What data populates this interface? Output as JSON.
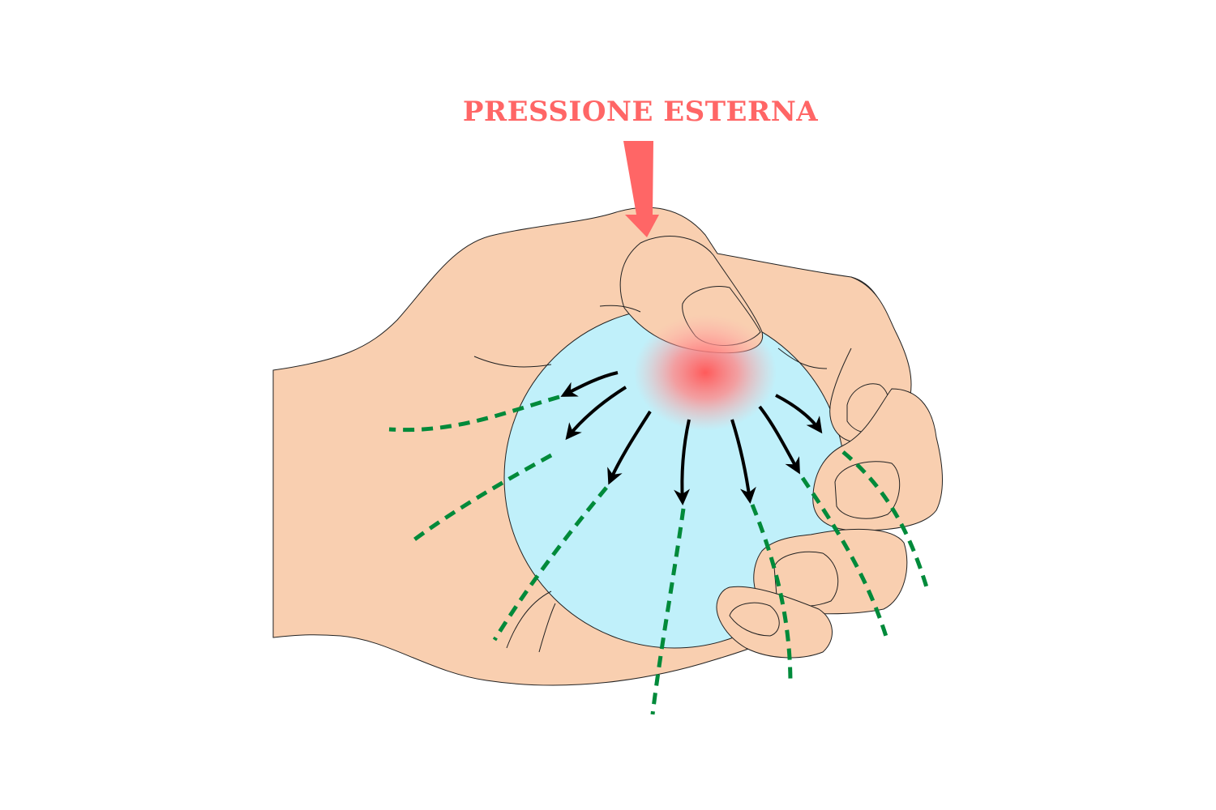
{
  "title": "PRESSIONE ESTERNA",
  "colors": {
    "skin": "#f9cfb0",
    "ball": "#c0f0fa",
    "pressure": "#ff6666",
    "flow_lines": "#008a3a",
    "arrows": "#000000"
  },
  "icons": [
    "pressure-arrow",
    "hand-squeezing-ball",
    "force-arrow",
    "dashed-flow-line"
  ]
}
